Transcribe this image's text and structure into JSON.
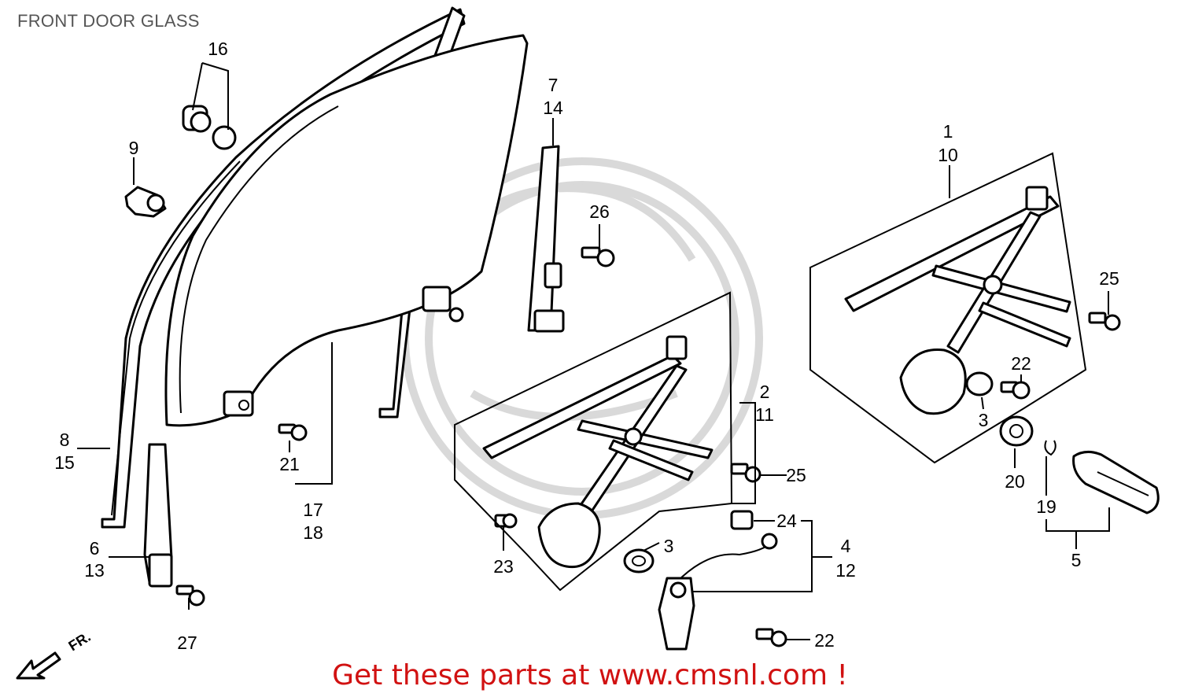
{
  "title": "FRONT DOOR GLASS",
  "footer": {
    "text": "Get these parts at www.cmsnl.com !"
  },
  "arrow": {
    "label": "FR."
  },
  "callouts": {
    "c16": "16",
    "c9": "9",
    "c8": "8",
    "c15": "15",
    "c6": "6",
    "c13": "13",
    "c27": "27",
    "c21": "21",
    "c17": "17",
    "c18": "18",
    "c7": "7",
    "c14": "14",
    "c26": "26",
    "c2": "2",
    "c11": "11",
    "c25a": "25",
    "c23": "23",
    "c3a": "3",
    "c24": "24",
    "c4": "4",
    "c12": "12",
    "c22a": "22",
    "c1": "1",
    "c10": "10",
    "c25b": "25",
    "c22b": "22",
    "c3b": "3",
    "c20": "20",
    "c19": "19",
    "c5": "5"
  },
  "colors": {
    "footer": "#d11111",
    "title": "#555555",
    "watermark": "#d9d9d9"
  }
}
